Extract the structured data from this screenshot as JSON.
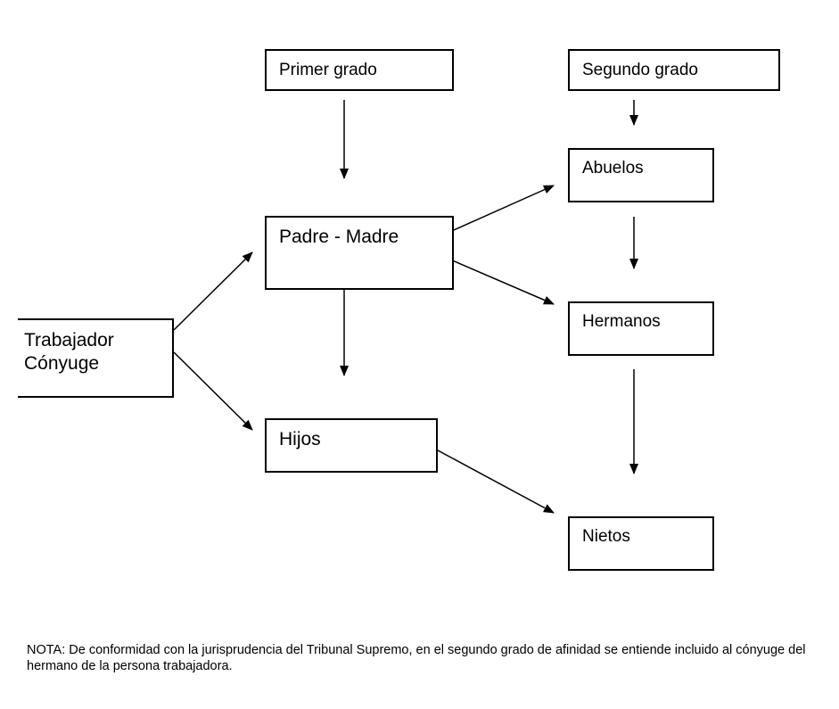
{
  "nodes": {
    "primer_grado": "Primer grado",
    "segundo_grado": "Segundo grado",
    "abuelos": "Abuelos",
    "padre_madre": "Padre - Madre",
    "hermanos": "Hermanos",
    "trabajador": "Trabajador",
    "conyuge": "Cónyuge",
    "hijos": "Hijos",
    "nietos": "Nietos"
  },
  "note": "NOTA: De conformidad con la jurisprudencia del Tribunal Supremo, en el segundo grado de afinidad se entiende incluido al cónyuge del hermano de la persona trabajadora."
}
